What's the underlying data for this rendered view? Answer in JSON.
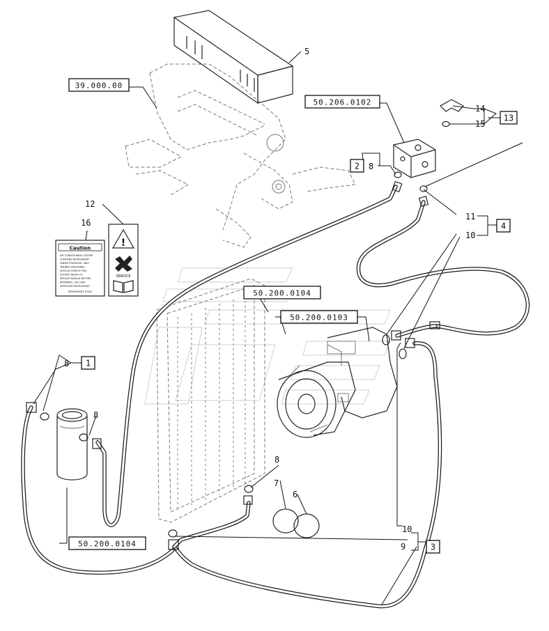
{
  "reference_boxes": {
    "r39000": "39.000.00",
    "r50206": "50.206.0102",
    "r50200_a": "50.200.0104",
    "r50200_b": "50.200.0103",
    "r50200_c": "50.200.0104"
  },
  "item_numbers": {
    "n5": "5",
    "n12": "12",
    "n16": "16",
    "n14": "14",
    "n15": "15",
    "n8_top": "8",
    "n11": "11",
    "n10_top": "10",
    "n8_left": "8",
    "n8_filter": "8",
    "n8_cond": "8",
    "n7": "7",
    "n6": "6",
    "n10_bot": "10",
    "n9": "9"
  },
  "kit_boxes": {
    "k13": "13",
    "k2": "2",
    "k4": "4",
    "k1": "1",
    "k3": "3"
  },
  "decal": {
    "caution_title": "Caution",
    "caution_lines": [
      "AIR CONDITIONING SYSTEM",
      "CONTAINS REFRIGERANT",
      "UNDER PRESSURE. ONLY",
      "TRAINED PERSONNEL",
      "SHOULD SERVICE THIS",
      "SYSTEM. REFER TO",
      "SERVICE MANUAL BEFORE",
      "REPAIRING. USE ONLY",
      "APPROVED REFRIGERANT"
    ],
    "caution_footer": "REFRIGERANT: R134a",
    "warning_symbol": "!",
    "service_text": "SERVICE"
  },
  "icons": [
    "warning-triangle-icon",
    "book-icon",
    "wrench-icon"
  ]
}
